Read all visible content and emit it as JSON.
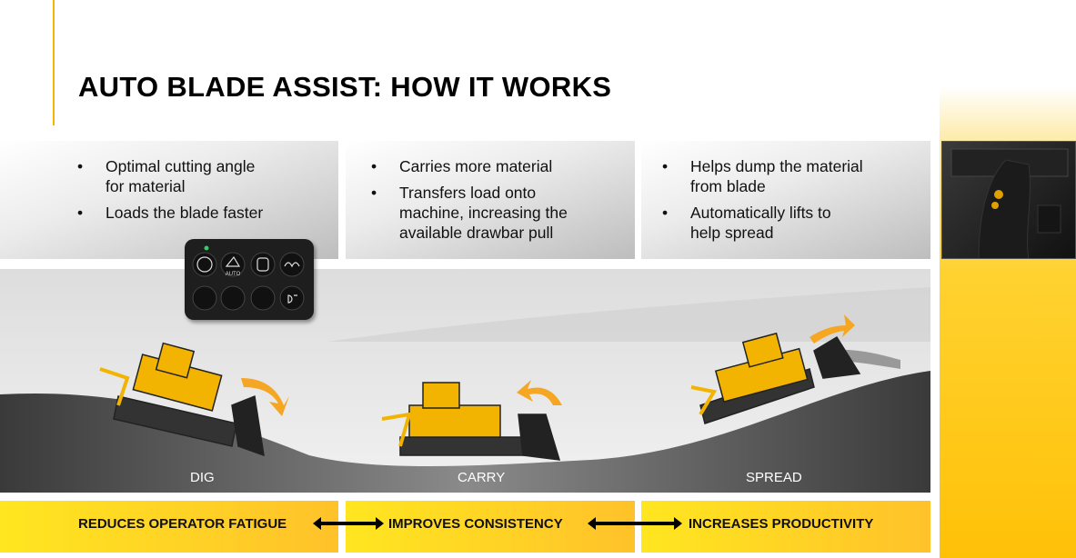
{
  "title": "AUTO BLADE ASSIST: HOW IT WORKS",
  "panels": [
    {
      "bullets": [
        "Optimal cutting angle for material",
        "Loads the blade faster"
      ]
    },
    {
      "bullets": [
        "Carries more material",
        "Transfers load onto machine, increasing the available drawbar pull"
      ]
    },
    {
      "bullets": [
        "Helps dump the material from blade",
        "Automatically lifts to help spread"
      ]
    }
  ],
  "stages": [
    "DIG",
    "CARRY",
    "SPREAD"
  ],
  "benefits": [
    "REDUCES OPERATOR FATIGUE",
    "IMPROVES CONSISTENCY",
    "INCREASES PRODUCTIVITY"
  ],
  "keypad": {
    "auto_label": "AUTO"
  },
  "colors": {
    "accent": "#f2b700",
    "machine": "#f5b800",
    "arrow": "#f5a623"
  }
}
